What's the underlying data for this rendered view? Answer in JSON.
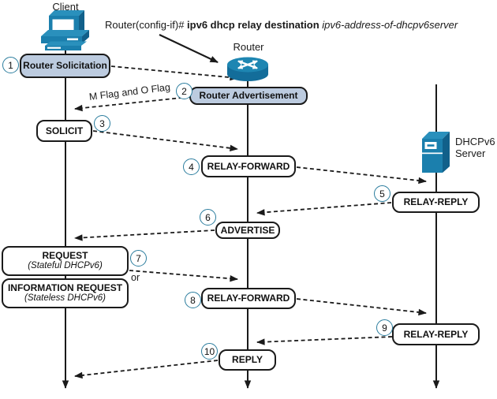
{
  "command": {
    "prompt": "Router(config-if)# ",
    "keywords": "ipv6 dhcp relay destination ",
    "argument": "ipv6-address-of-dhcpv6server"
  },
  "actors": {
    "client": "Client",
    "router": "Router",
    "server": "DHCPv6 Server"
  },
  "steps": [
    {
      "num": "1",
      "label": "Router Solicitation"
    },
    {
      "num": "2",
      "label": "Router Advertisement"
    },
    {
      "num": "3",
      "label": "SOLICIT"
    },
    {
      "num": "4",
      "label": "RELAY-FORWARD"
    },
    {
      "num": "5",
      "label": "RELAY-REPLY"
    },
    {
      "num": "6",
      "label": "ADVERTISE"
    },
    {
      "num": "7",
      "label": "REQUEST",
      "sublabel": "(Stateful DHCPv6)"
    },
    {
      "num": "8",
      "label": "RELAY-FORWARD"
    },
    {
      "num": "9",
      "label": "RELAY-REPLY"
    },
    {
      "num": "10",
      "label": "REPLY"
    }
  ],
  "alt_box": {
    "label": "INFORMATION REQUEST",
    "sublabel": "(Stateless DHCPv6)"
  },
  "annotations": {
    "flags": "M Flag and O Flag",
    "or": "or"
  },
  "colors": {
    "accent_teal": "#2b7d9e",
    "box_fill_blue": "#bccbdf",
    "icon_blue": "#1b7fad",
    "icon_blue_dark": "#11608a",
    "icon_blue_light": "#2a90bc",
    "line_black": "#1a1a1a"
  }
}
